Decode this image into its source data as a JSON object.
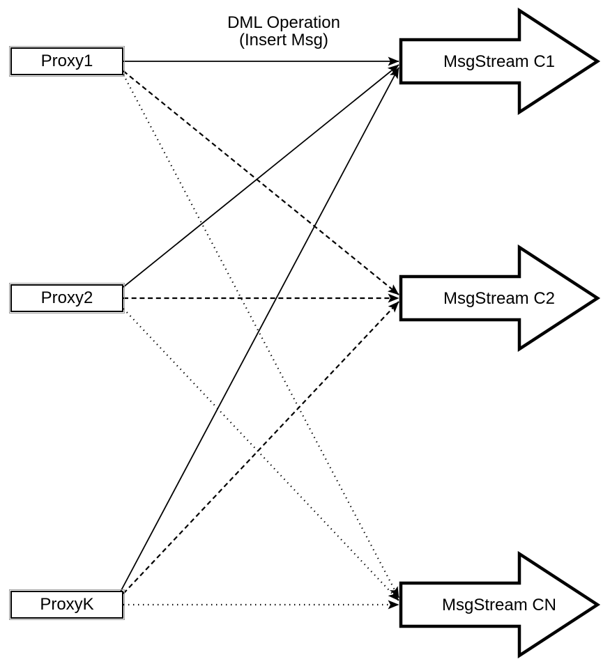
{
  "title": {
    "line1": "DML Operation",
    "line2": "(Insert Msg)"
  },
  "proxies": [
    {
      "id": "proxy1",
      "label": "Proxy1"
    },
    {
      "id": "proxy2",
      "label": "Proxy2"
    },
    {
      "id": "proxyk",
      "label": "ProxyK"
    }
  ],
  "streams": [
    {
      "id": "c1",
      "label": "MsgStream C1"
    },
    {
      "id": "c2",
      "label": "MsgStream C2"
    },
    {
      "id": "cn",
      "label": "MsgStream CN"
    }
  ],
  "edges": [
    {
      "from": "proxy1",
      "to": "c1",
      "style": "solid"
    },
    {
      "from": "proxy2",
      "to": "c1",
      "style": "solid"
    },
    {
      "from": "proxyk",
      "to": "c1",
      "style": "solid"
    },
    {
      "from": "proxy1",
      "to": "c2",
      "style": "dashed"
    },
    {
      "from": "proxy2",
      "to": "c2",
      "style": "dashed"
    },
    {
      "from": "proxyk",
      "to": "c2",
      "style": "dashed"
    },
    {
      "from": "proxy1",
      "to": "cn",
      "style": "dotted"
    },
    {
      "from": "proxy2",
      "to": "cn",
      "style": "dotted"
    },
    {
      "from": "proxyk",
      "to": "cn",
      "style": "dotted"
    }
  ],
  "colors": {
    "stroke": "#000000",
    "fill": "#ffffff"
  }
}
